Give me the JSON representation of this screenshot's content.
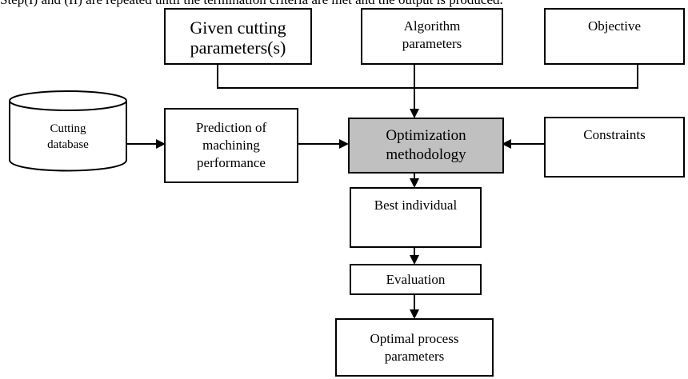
{
  "top_text": "Step(I) and (II) are repeated until the termination criteria are met and the output is produced.",
  "nodes": {
    "given": "Given cutting\nparameters(s)",
    "algorithm": "Algorithm\nparameters",
    "objective": "Objective",
    "database": "Cutting\ndatabase",
    "prediction": "Prediction of\nmachining\nperformance",
    "optimization": "Optimization\nmethodology",
    "constraints": "Constraints",
    "best": "Best individual",
    "evaluation": "Evaluation",
    "optimal": "Optimal process\nparameters"
  },
  "colors": {
    "highlight": "#c0c0c0",
    "line": "#000000"
  }
}
